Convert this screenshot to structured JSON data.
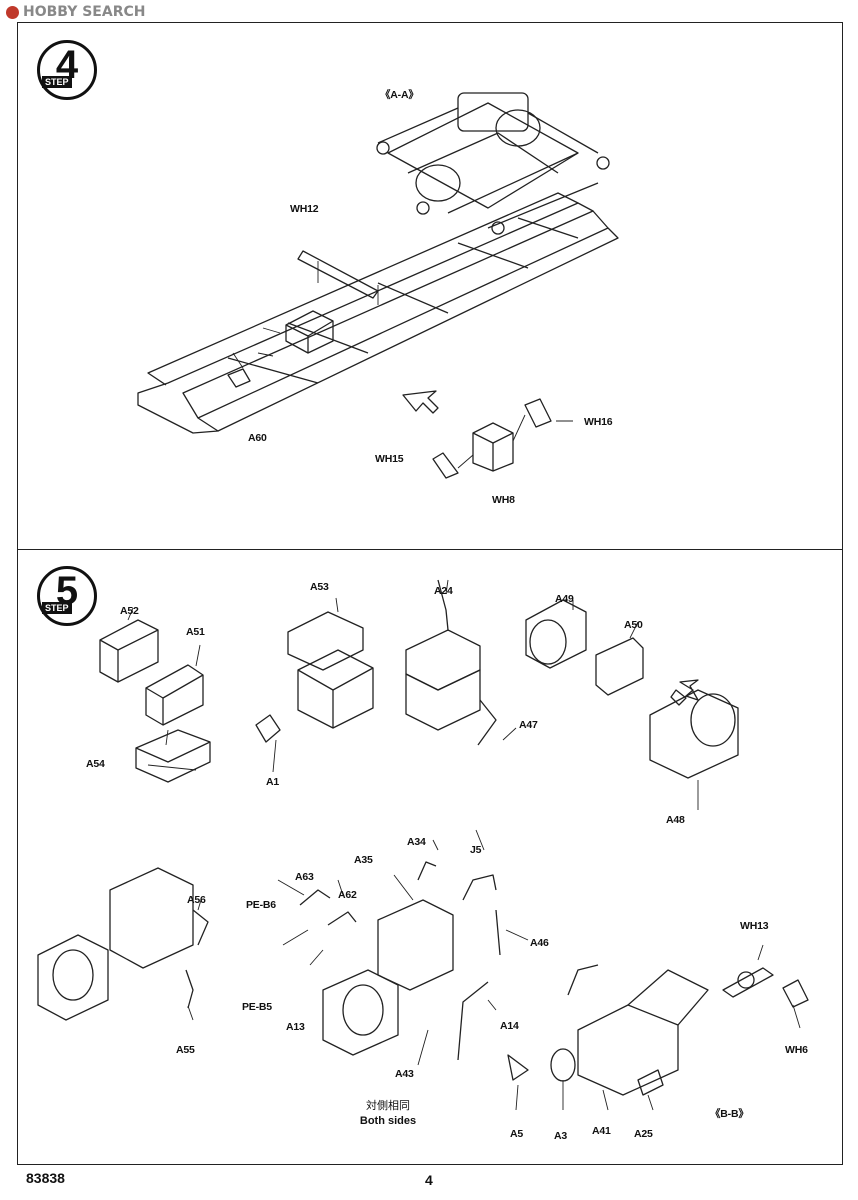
{
  "watermark": {
    "text": "HOBBY SEARCH"
  },
  "footer": {
    "code": "83838",
    "page": "4"
  },
  "step4": {
    "badge": {
      "number": "4",
      "word": "STEP"
    },
    "labels": {
      "aa": "《A-A》",
      "wh12": "WH12",
      "a60": "A60",
      "wh16": "WH16",
      "wh15": "WH15",
      "wh8": "WH8"
    }
  },
  "step5": {
    "badge": {
      "number": "5",
      "word": "STEP"
    },
    "labels": {
      "a53": "A53",
      "a24": "A24",
      "a49": "A49",
      "a52": "A52",
      "a51": "A51",
      "a50": "A50",
      "a47": "A47",
      "a54": "A54",
      "a1": "A1",
      "a48": "A48",
      "a34": "A34",
      "j5": "J5",
      "a35": "A35",
      "a56": "A56",
      "a63": "A63",
      "a62": "A62",
      "peb6": "PE-B6",
      "a46": "A46",
      "wh13": "WH13",
      "peb5": "PE-B5",
      "a13": "A13",
      "a14": "A14",
      "a55": "A55",
      "wh6": "WH6",
      "a43": "A43",
      "a5": "A5",
      "a3": "A3",
      "a41": "A41",
      "a25": "A25",
      "bb": "《B-B》"
    },
    "note": {
      "chinese": "対側相同",
      "english": "Both sides"
    }
  }
}
